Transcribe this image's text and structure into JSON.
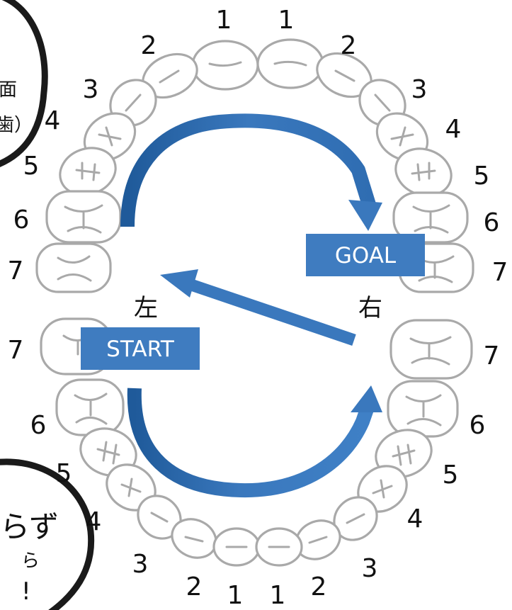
{
  "labels": {
    "left": "左",
    "right": "右",
    "start": "START",
    "goal": "GOAL"
  },
  "tooth_numbers": {
    "upper_left": [
      "1",
      "2",
      "3",
      "4",
      "5",
      "6",
      "7"
    ],
    "upper_right": [
      "1",
      "2",
      "3",
      "4",
      "5",
      "6",
      "7"
    ],
    "lower_left": [
      "7",
      "6",
      "5",
      "4",
      "3",
      "2",
      "1"
    ],
    "lower_right": [
      "7",
      "6",
      "5",
      "4",
      "3",
      "2",
      "1"
    ]
  },
  "bubble_top": {
    "line1": "面",
    "line2": "歯）"
  },
  "bubble_bottom": {
    "line1": "らず",
    "line2": "ら",
    "line3": "!"
  },
  "colors": {
    "arrow": "#3a78bd",
    "arrow_dark": "#1f5a9a",
    "tag_bg": "#3f7cc0",
    "tooth_outline": "#a9a9a9",
    "bubble_outline": "#1a1a1a"
  }
}
